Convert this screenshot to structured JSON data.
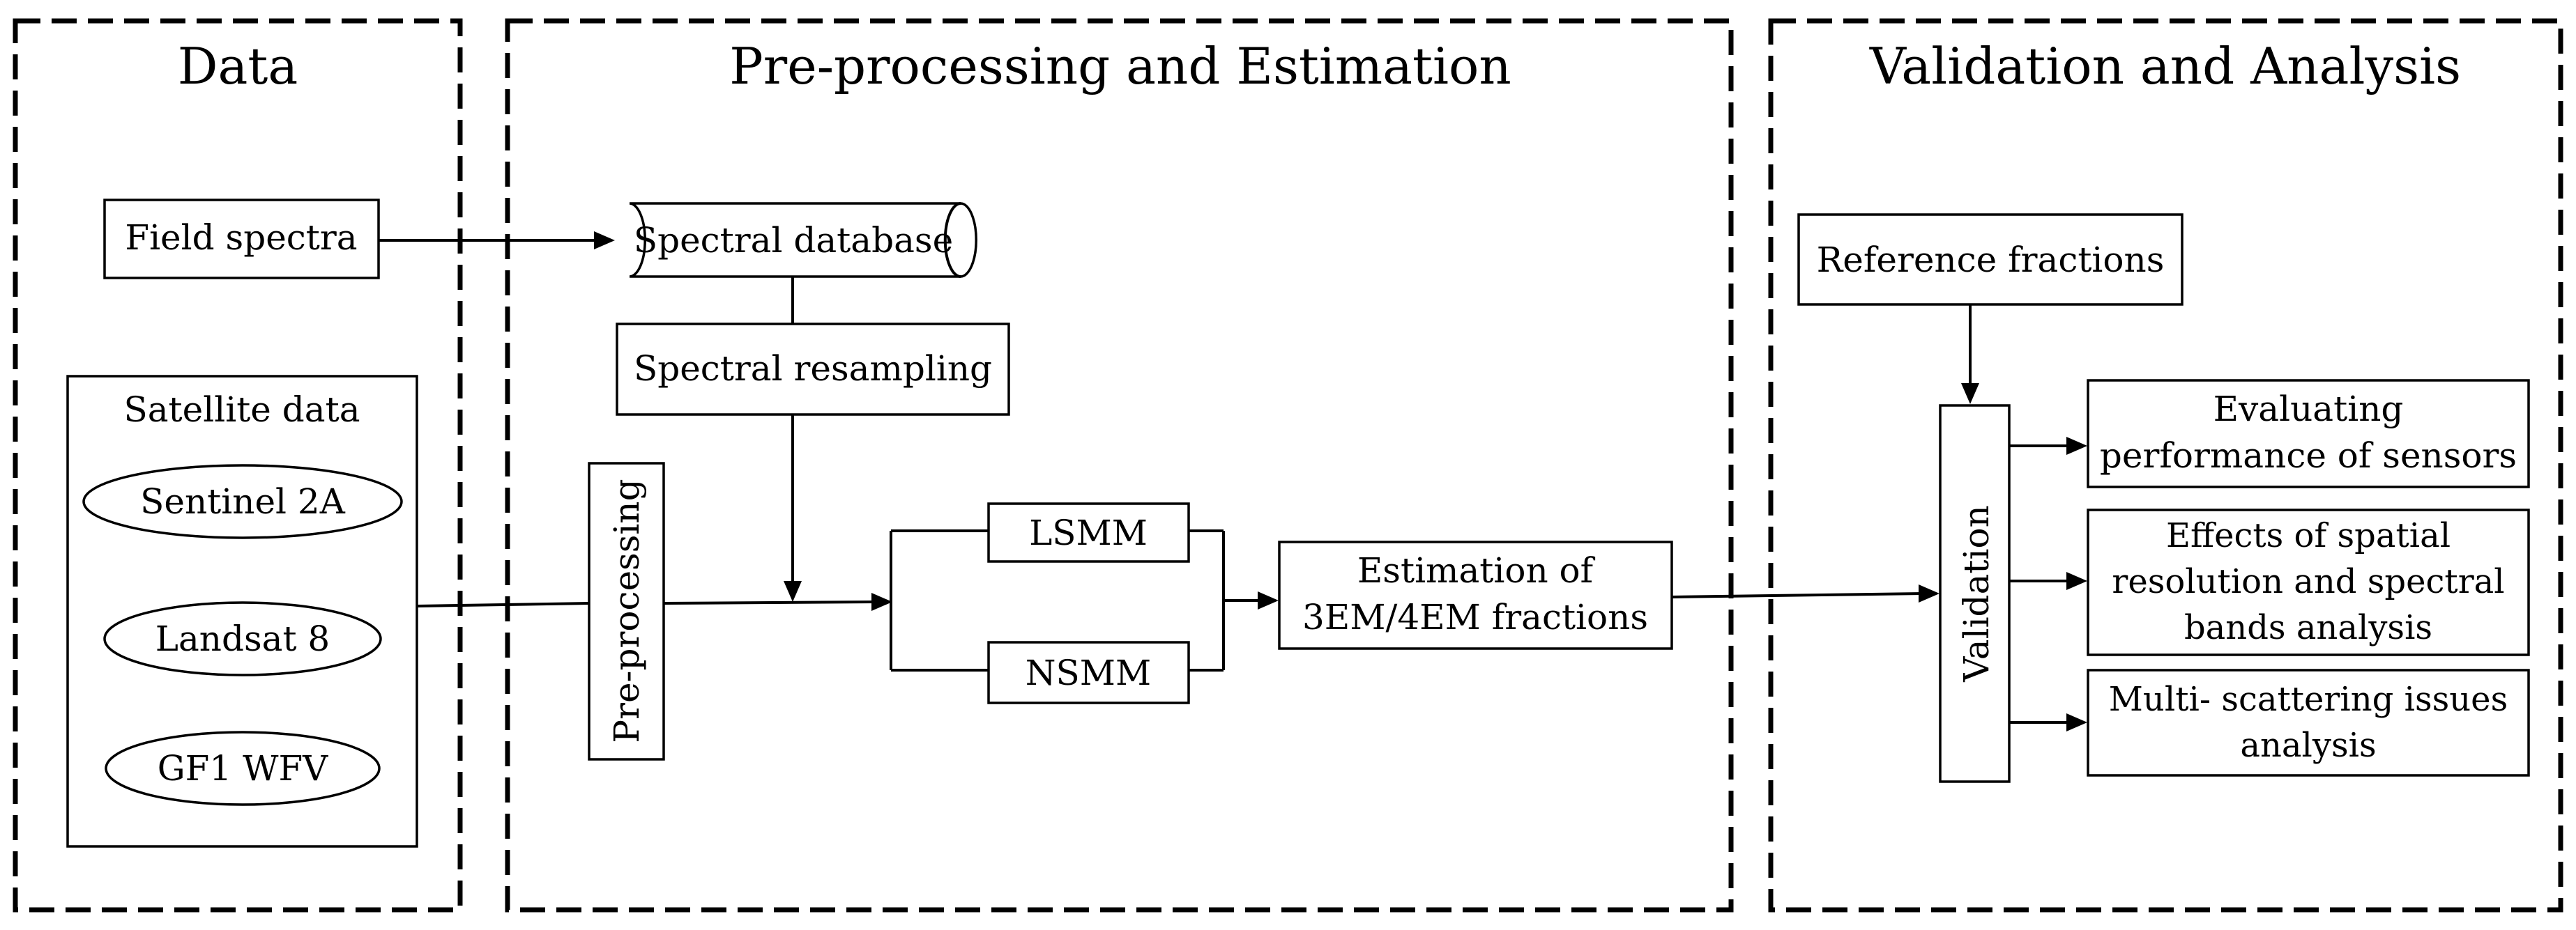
{
  "sections": {
    "data": "Data",
    "preprocessing": "Pre-processing and Estimation",
    "validation": "Validation and Analysis"
  },
  "nodes": {
    "field_spectra": "Field spectra",
    "satellite_data": "Satellite data",
    "sentinel": "Sentinel 2A",
    "landsat": "Landsat 8",
    "gf1": "GF1 WFV",
    "spectral_database": "Spectral database",
    "spectral_resampling": "Spectral resampling",
    "pre_processing": "Pre-processing",
    "lsmm": "LSMM",
    "nsmm": "NSMM",
    "estimation": [
      "Estimation of",
      "3EM/4EM fractions"
    ],
    "reference_fractions": "Reference fractions",
    "validation": "Validation",
    "evaluating": [
      "Evaluating",
      "performance of sensors"
    ],
    "effects": [
      "Effects of spatial",
      "resolution and spectral",
      "bands analysis"
    ],
    "multi_scattering": [
      "Multi- scattering issues",
      "analysis"
    ]
  }
}
